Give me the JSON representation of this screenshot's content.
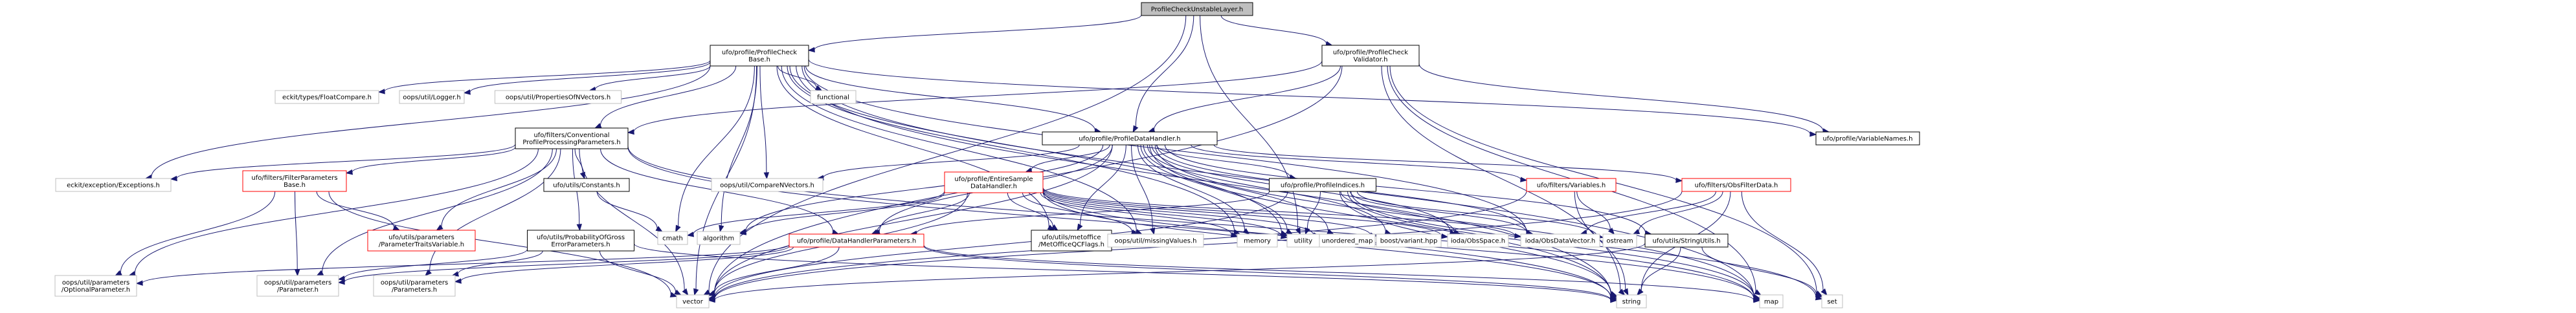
{
  "title": "ProfileCheckUnstableLayer.h",
  "colors": {
    "root_fill": "#bfbfbf",
    "node_fill": "#ffffff",
    "node_border": "#000000",
    "incomplete_border": "#ff0000",
    "system_border": "#bfbfbf",
    "edge": "#191970",
    "background": "#ffffff"
  },
  "nodes": [
    {
      "id": "root",
      "label": "ProfileCheckUnstableLayer.h",
      "kind": "root"
    },
    {
      "id": "pcbase",
      "label": "ufo/profile/ProfileCheck\nBase.h",
      "kind": "normal"
    },
    {
      "id": "pcval",
      "label": "ufo/profile/ProfileCheck\nValidator.h",
      "kind": "normal"
    },
    {
      "id": "pdh",
      "label": "ufo/profile/ProfileDataHandler.h",
      "kind": "normal"
    },
    {
      "id": "varnames",
      "label": "ufo/profile/VariableNames.h",
      "kind": "normal"
    },
    {
      "id": "floatcmp",
      "label": "eckit/types/FloatCompare.h",
      "kind": "system"
    },
    {
      "id": "logger",
      "label": "oops/util/Logger.h",
      "kind": "system"
    },
    {
      "id": "propofn",
      "label": "oops/util/PropertiesOfNVectors.h",
      "kind": "system"
    },
    {
      "id": "conv",
      "label": "ufo/filters/Conventional\nProfileProcessingParameters.h",
      "kind": "normal"
    },
    {
      "id": "functional",
      "label": "functional",
      "kind": "system"
    },
    {
      "id": "eckitexc",
      "label": "eckit/exception/Exceptions.h",
      "kind": "system"
    },
    {
      "id": "fpbase",
      "label": "ufo/filters/FilterParameters\nBase.h",
      "kind": "incomplete"
    },
    {
      "id": "constants",
      "label": "ufo/utils/Constants.h",
      "kind": "normal"
    },
    {
      "id": "comparen",
      "label": "oops/util/CompareNVectors.h",
      "kind": "system"
    },
    {
      "id": "esdh",
      "label": "ufo/profile/EntireSample\nDataHandler.h",
      "kind": "incomplete"
    },
    {
      "id": "pidx",
      "label": "ufo/profile/ProfileIndices.h",
      "kind": "normal"
    },
    {
      "id": "fvars",
      "label": "ufo/filters/Variables.h",
      "kind": "incomplete"
    },
    {
      "id": "ofdata",
      "label": "ufo/filters/ObsFilterData.h",
      "kind": "incomplete"
    },
    {
      "id": "probgross",
      "label": "ufo/utils/ProbabilityOfGross\nErrorParameters.h",
      "kind": "normal"
    },
    {
      "id": "ptvar",
      "label": "ufo/utils/parameters\n/ParameterTraitsVariable.h",
      "kind": "incomplete"
    },
    {
      "id": "cmath",
      "label": "cmath",
      "kind": "system"
    },
    {
      "id": "algorithm",
      "label": "algorithm",
      "kind": "system"
    },
    {
      "id": "pdhp",
      "label": "ufo/profile/DataHandlerParameters.h",
      "kind": "incomplete"
    },
    {
      "id": "metoffice",
      "label": "ufo/utils/metoffice\n/MetOfficeQCFlags.h",
      "kind": "normal"
    },
    {
      "id": "missing",
      "label": "oops/util/missingValues.h",
      "kind": "system"
    },
    {
      "id": "memory",
      "label": "memory",
      "kind": "system"
    },
    {
      "id": "utility",
      "label": "utility",
      "kind": "system"
    },
    {
      "id": "umap",
      "label": "unordered_map",
      "kind": "system"
    },
    {
      "id": "boostvar",
      "label": "boost/variant.hpp",
      "kind": "system"
    },
    {
      "id": "obsspace",
      "label": "ioda/ObsSpace.h",
      "kind": "system"
    },
    {
      "id": "obsdatavec",
      "label": "ioda/ObsDataVector.h",
      "kind": "system"
    },
    {
      "id": "ostream",
      "label": "ostream",
      "kind": "system"
    },
    {
      "id": "strutils",
      "label": "ufo/utils/StringUtils.h",
      "kind": "normal"
    },
    {
      "id": "optparam",
      "label": "oops/util/parameters\n/OptionalParameter.h",
      "kind": "system"
    },
    {
      "id": "param",
      "label": "oops/util/parameters\n/Parameter.h",
      "kind": "system"
    },
    {
      "id": "params",
      "label": "oops/util/parameters\n/Parameters.h",
      "kind": "system"
    },
    {
      "id": "vector",
      "label": "vector",
      "kind": "system"
    },
    {
      "id": "string",
      "label": "string",
      "kind": "system"
    },
    {
      "id": "map",
      "label": "map",
      "kind": "system"
    },
    {
      "id": "set",
      "label": "set",
      "kind": "system"
    }
  ],
  "edges": [
    [
      "root",
      "pcbase"
    ],
    [
      "root",
      "pcval"
    ],
    [
      "root",
      "pdh"
    ],
    [
      "root",
      "utility"
    ],
    [
      "root",
      "vector"
    ],
    [
      "pcbase",
      "pdh"
    ],
    [
      "pcbase",
      "varnames"
    ],
    [
      "pcbase",
      "floatcmp"
    ],
    [
      "pcbase",
      "logger"
    ],
    [
      "pcbase",
      "propofn"
    ],
    [
      "pcbase",
      "conv"
    ],
    [
      "pcbase",
      "functional"
    ],
    [
      "pcbase",
      "eckitexc"
    ],
    [
      "pcbase",
      "comparen"
    ],
    [
      "pcbase",
      "cmath"
    ],
    [
      "pcbase",
      "algorithm"
    ],
    [
      "pcbase",
      "metoffice"
    ],
    [
      "pcbase",
      "missing"
    ],
    [
      "pcbase",
      "memory"
    ],
    [
      "pcbase",
      "utility"
    ],
    [
      "pcbase",
      "obsdatavec"
    ],
    [
      "pcbase",
      "string"
    ],
    [
      "pcbase",
      "map"
    ],
    [
      "pcbase",
      "vector"
    ],
    [
      "pcval",
      "pdh"
    ],
    [
      "pcval",
      "varnames"
    ],
    [
      "pcval",
      "conv"
    ],
    [
      "pcval",
      "vector"
    ],
    [
      "pcval",
      "string"
    ],
    [
      "pcval",
      "map"
    ],
    [
      "pcval",
      "set"
    ],
    [
      "pdh",
      "esdh"
    ],
    [
      "pdh",
      "pidx"
    ],
    [
      "pdh",
      "fvars"
    ],
    [
      "pdh",
      "ofdata"
    ],
    [
      "pdh",
      "comparen"
    ],
    [
      "pdh",
      "pdhp"
    ],
    [
      "pdh",
      "metoffice"
    ],
    [
      "pdh",
      "missing"
    ],
    [
      "pdh",
      "memory"
    ],
    [
      "pdh",
      "utility"
    ],
    [
      "pdh",
      "umap"
    ],
    [
      "pdh",
      "boostvar"
    ],
    [
      "pdh",
      "obsspace"
    ],
    [
      "pdh",
      "obsdatavec"
    ],
    [
      "pdh",
      "strutils"
    ],
    [
      "pdh",
      "vector"
    ],
    [
      "pdh",
      "string"
    ],
    [
      "pdh",
      "map"
    ],
    [
      "pdh",
      "algorithm"
    ],
    [
      "conv",
      "eckitexc"
    ],
    [
      "conv",
      "fpbase"
    ],
    [
      "conv",
      "constants"
    ],
    [
      "conv",
      "probgross"
    ],
    [
      "conv",
      "ptvar"
    ],
    [
      "conv",
      "pdhp"
    ],
    [
      "conv",
      "optparam"
    ],
    [
      "conv",
      "param"
    ],
    [
      "conv",
      "params"
    ],
    [
      "conv",
      "vector"
    ],
    [
      "conv",
      "string"
    ],
    [
      "conv",
      "map"
    ],
    [
      "fpbase",
      "ptvar"
    ],
    [
      "fpbase",
      "optparam"
    ],
    [
      "fpbase",
      "param"
    ],
    [
      "fpbase",
      "vector"
    ],
    [
      "constants",
      "cmath"
    ],
    [
      "probgross",
      "param"
    ],
    [
      "probgross",
      "params"
    ],
    [
      "probgross",
      "string"
    ],
    [
      "probgross",
      "vector"
    ],
    [
      "esdh",
      "pdhp"
    ],
    [
      "esdh",
      "metoffice"
    ],
    [
      "esdh",
      "missing"
    ],
    [
      "esdh",
      "memory"
    ],
    [
      "esdh",
      "utility"
    ],
    [
      "esdh",
      "umap"
    ],
    [
      "esdh",
      "boostvar"
    ],
    [
      "esdh",
      "obsspace"
    ],
    [
      "esdh",
      "obsdatavec"
    ],
    [
      "esdh",
      "algorithm"
    ],
    [
      "esdh",
      "cmath"
    ],
    [
      "esdh",
      "string"
    ],
    [
      "esdh",
      "vector"
    ],
    [
      "esdh",
      "map"
    ],
    [
      "pidx",
      "obsdatavec"
    ],
    [
      "pidx",
      "obsspace"
    ],
    [
      "pidx",
      "ostream"
    ],
    [
      "pidx",
      "utility"
    ],
    [
      "pidx",
      "vector"
    ],
    [
      "pidx",
      "string"
    ],
    [
      "pidx",
      "map"
    ],
    [
      "pidx",
      "pdhp"
    ],
    [
      "pidx",
      "set"
    ],
    [
      "fvars",
      "ostream"
    ],
    [
      "fvars",
      "string"
    ],
    [
      "fvars",
      "vector"
    ],
    [
      "ofdata",
      "obsdatavec"
    ],
    [
      "ofdata",
      "ostream"
    ],
    [
      "ofdata",
      "string"
    ],
    [
      "ofdata",
      "vector"
    ],
    [
      "ofdata",
      "set"
    ],
    [
      "pdhp",
      "optparam"
    ],
    [
      "pdhp",
      "param"
    ],
    [
      "pdhp",
      "params"
    ],
    [
      "pdhp",
      "string"
    ],
    [
      "pdhp",
      "vector"
    ],
    [
      "pdhp",
      "map"
    ],
    [
      "strutils",
      "string"
    ],
    [
      "strutils",
      "vector"
    ],
    [
      "strutils",
      "set"
    ]
  ]
}
